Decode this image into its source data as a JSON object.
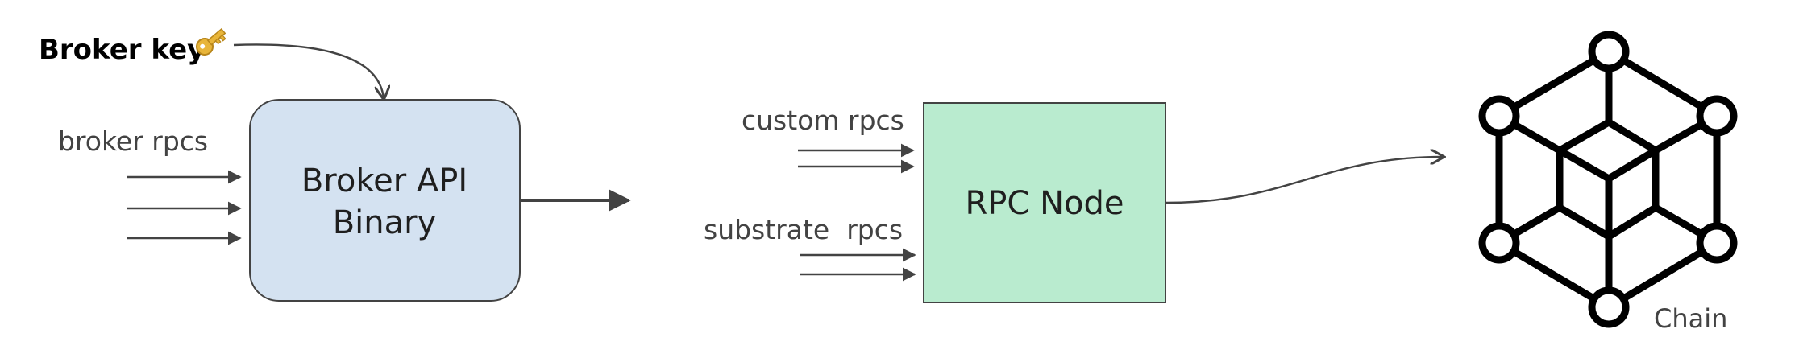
{
  "broker_key": {
    "label": "Broker key",
    "icon": "key-icon"
  },
  "inputs": {
    "broker_rpcs": "broker rpcs",
    "custom_rpcs": "custom rpcs",
    "substrate_rpcs": "substrate  rpcs"
  },
  "boxes": {
    "broker_api": {
      "line1": "Broker API",
      "line2": "Binary",
      "fill": "#d4e2f1"
    },
    "rpc_node": {
      "label": "RPC Node",
      "fill": "#b9ebcf"
    }
  },
  "chain": {
    "label": "Chain",
    "icon": "blockchain-cube-icon"
  },
  "colors": {
    "text": "#434343",
    "arrow": "#434343",
    "stroke": "#000000"
  }
}
